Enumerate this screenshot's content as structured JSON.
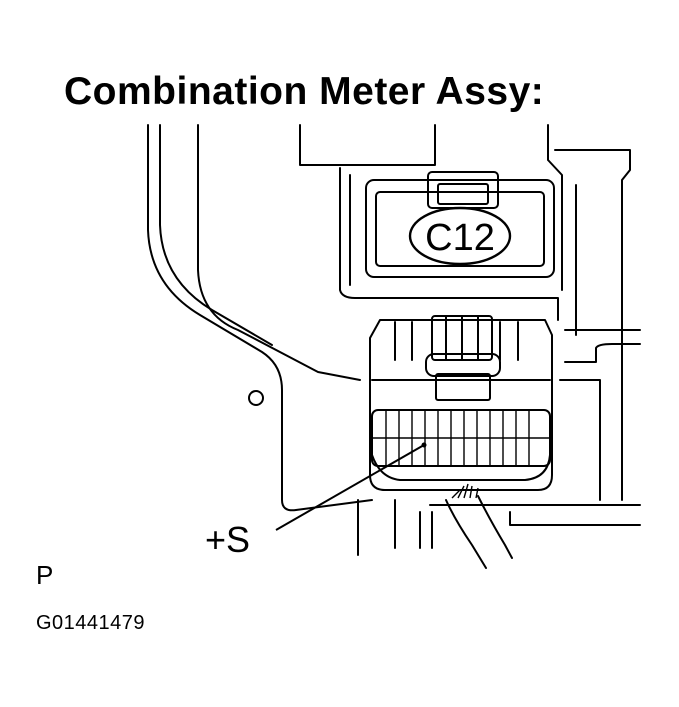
{
  "title": "Combination Meter Assy:",
  "connector_label": "C12",
  "terminal_label": "+S",
  "view_marker": "P",
  "figure_code": "G01441479"
}
